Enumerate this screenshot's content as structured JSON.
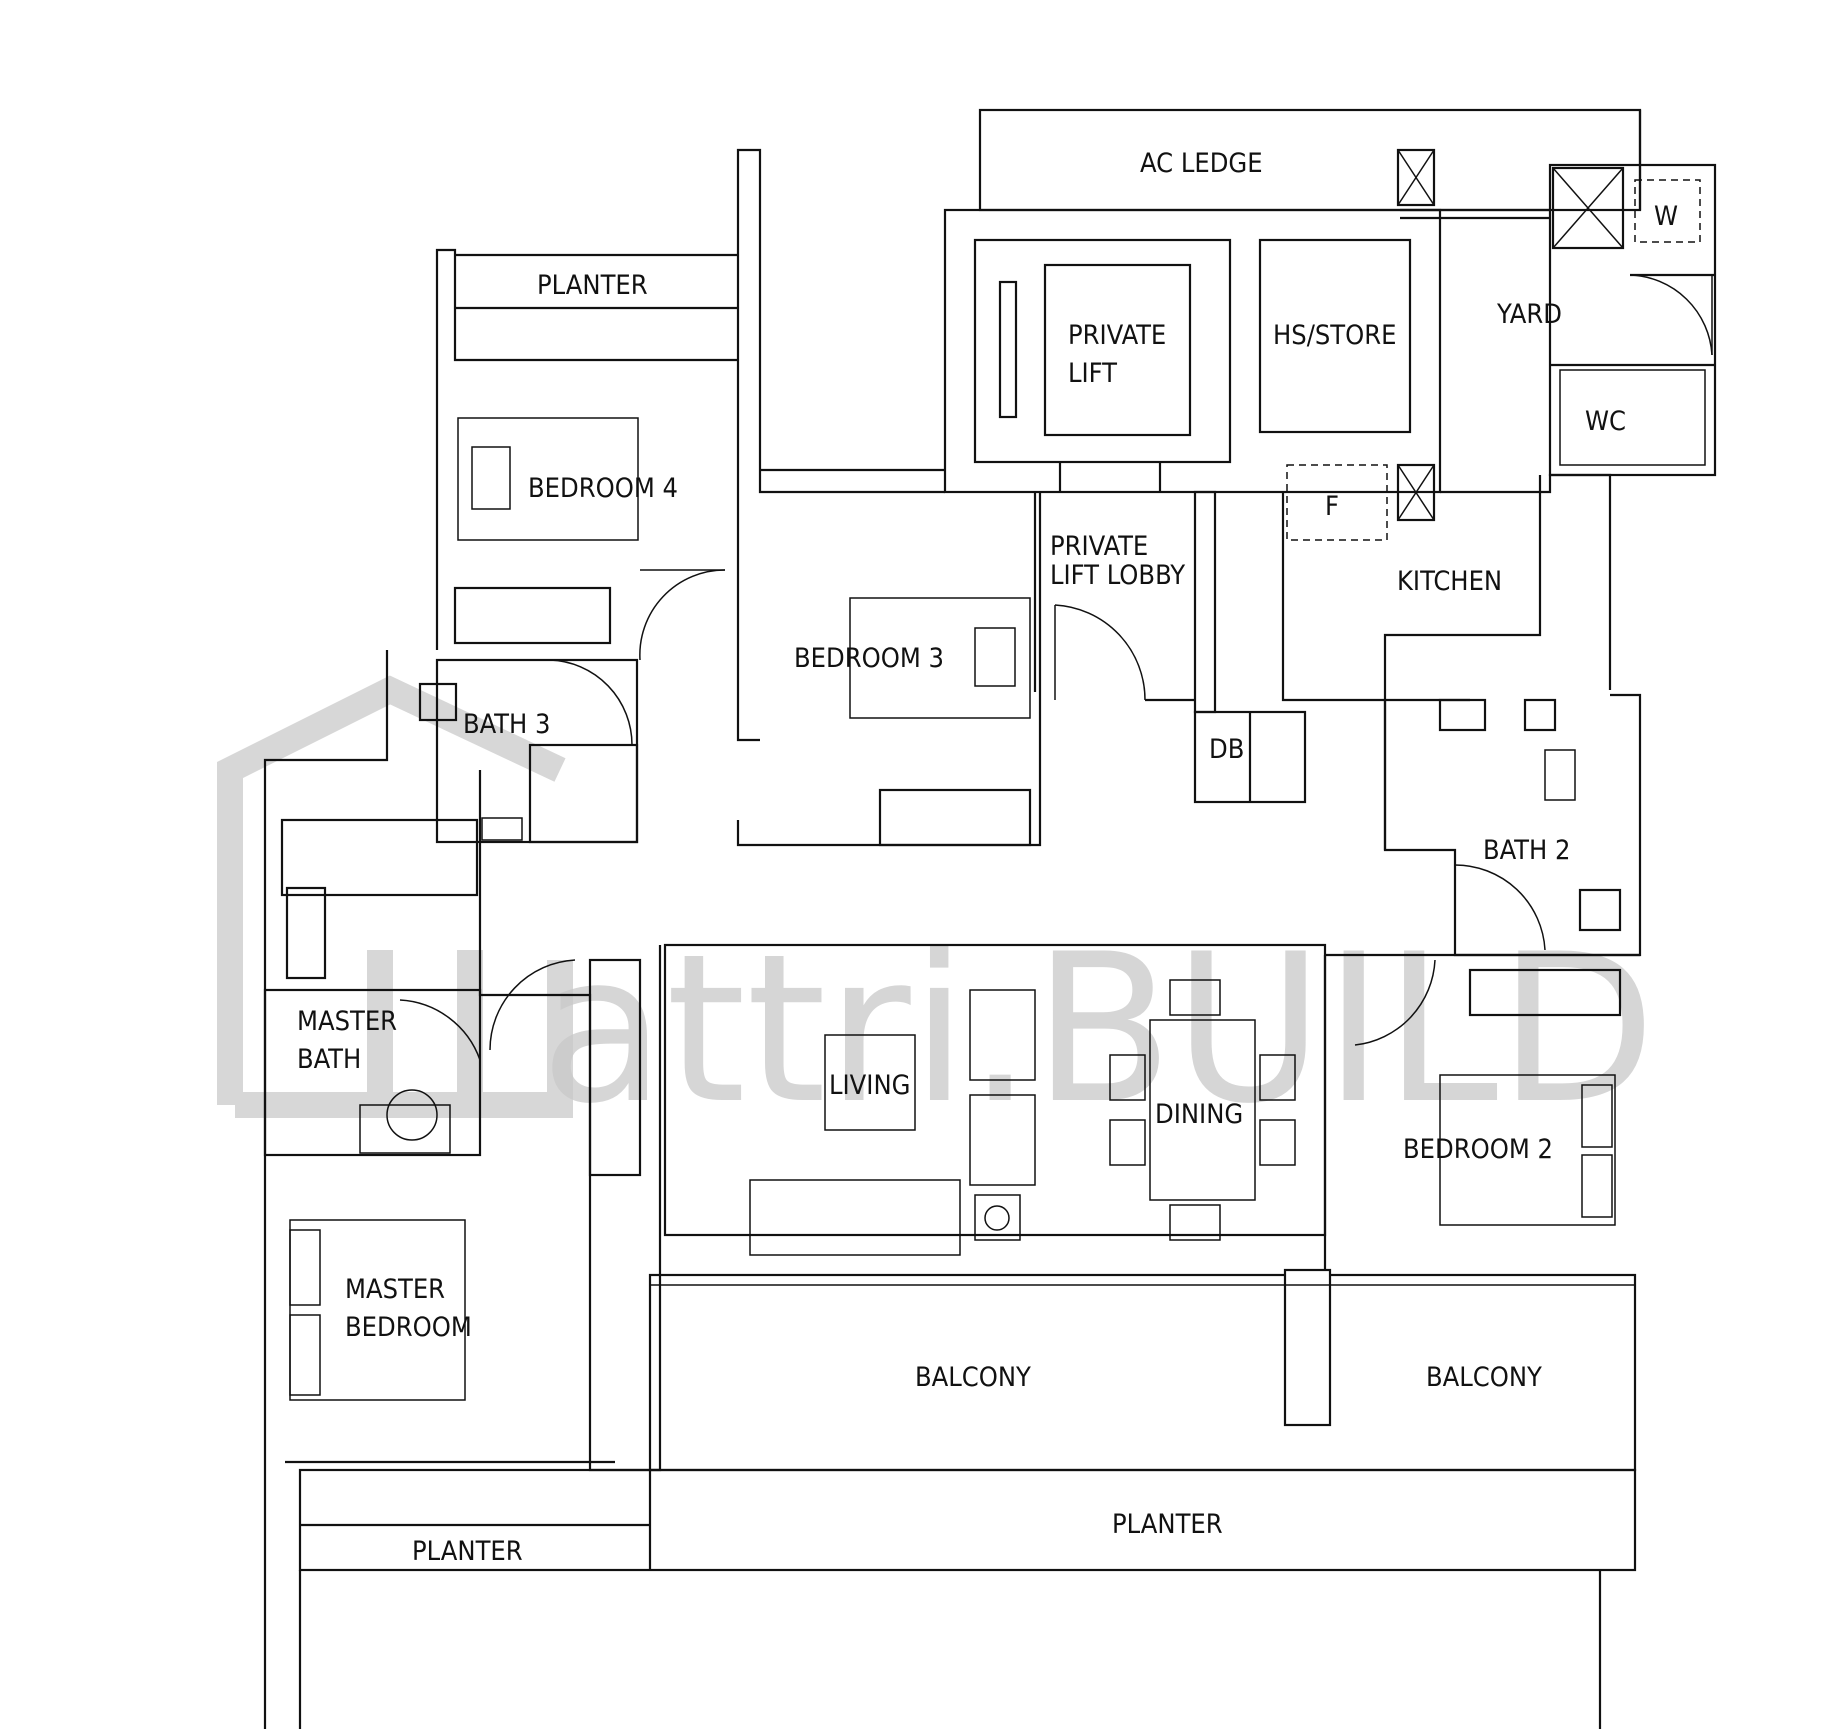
{
  "watermark": "attri.BUILD",
  "rooms": {
    "ac_ledge": "AC LEDGE",
    "planter_top": "PLANTER",
    "private_lift": [
      "PRIVATE",
      "LIFT"
    ],
    "hs_store": "HS/STORE",
    "washer": "W",
    "yard": "YARD",
    "wc": "WC",
    "bedroom_4": "BEDROOM 4",
    "fridge": "F",
    "kitchen": "KITCHEN",
    "private_lift_lobby": [
      "PRIVATE",
      "LIFT LOBBY"
    ],
    "bedroom_3": "BEDROOM 3",
    "bath_3": "BATH 3",
    "db": "DB",
    "bath_2": "BATH 2",
    "master_bath": [
      "MASTER",
      "BATH"
    ],
    "living": "LIVING",
    "dining": "DINING",
    "bedroom_2": "BEDROOM 2",
    "master_bedroom": [
      "MASTER",
      "BEDROOM"
    ],
    "balcony_left": "BALCONY",
    "balcony_right": "BALCONY",
    "planter_bottom": "PLANTER",
    "planter_bottom_left": "PLANTER"
  }
}
